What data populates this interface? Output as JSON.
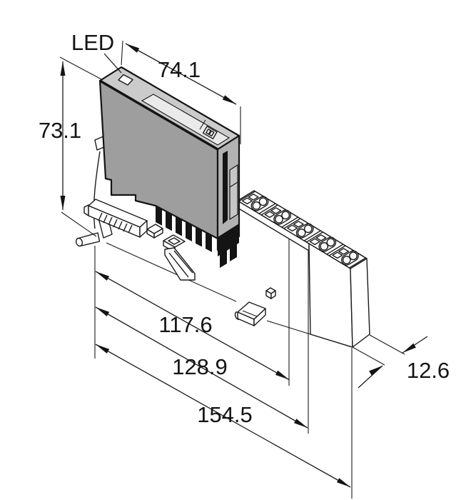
{
  "drawing": {
    "kind": "technical-dimension-drawing",
    "labels": {
      "led": "LED"
    },
    "dimensions": {
      "top_width": "74.1",
      "height": "73.1",
      "depth_inner": "117.6",
      "depth_mid": "128.9",
      "depth_total": "154.5",
      "thickness": "12.6"
    },
    "colors": {
      "background": "#ffffff",
      "outline": "#1a1a1a",
      "module_side": "#9e9e9e",
      "module_top": "#cbcbcb",
      "module_right": "#b2b2b2",
      "label_recess": "#eaeaea",
      "dark_parts": "#141414"
    }
  }
}
